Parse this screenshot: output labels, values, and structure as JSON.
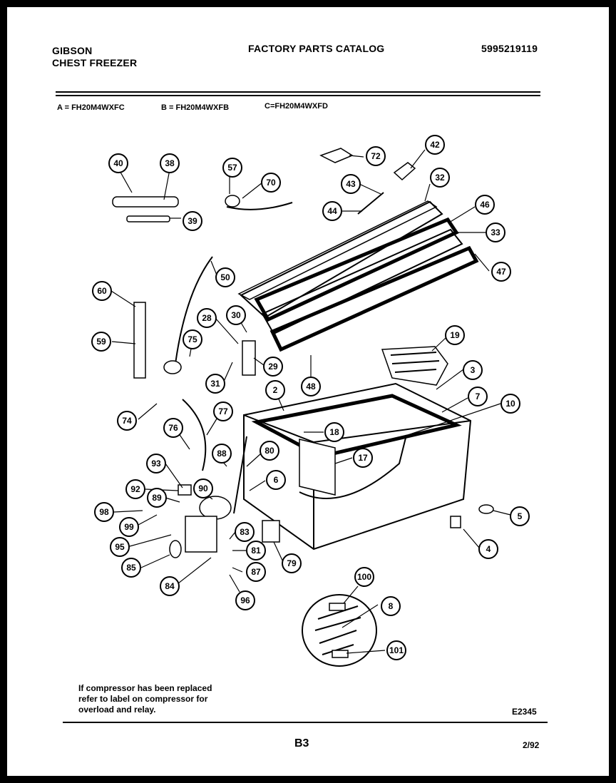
{
  "header": {
    "brand": "GIBSON",
    "product": "CHEST FREEZER",
    "title": "FACTORY PARTS CATALOG",
    "catalog_number": "5995219119"
  },
  "models": [
    "A = FH20M4WXFC",
    "B = FH20M4WXFB",
    "C=FH20M4WXFD"
  ],
  "callouts": [
    {
      "label": "40"
    },
    {
      "label": "38"
    },
    {
      "label": "39"
    },
    {
      "label": "57"
    },
    {
      "label": "70"
    },
    {
      "label": "72"
    },
    {
      "label": "42"
    },
    {
      "label": "43"
    },
    {
      "label": "32"
    },
    {
      "label": "44"
    },
    {
      "label": "46"
    },
    {
      "label": "33"
    },
    {
      "label": "47"
    },
    {
      "label": "50"
    },
    {
      "label": "60"
    },
    {
      "label": "28"
    },
    {
      "label": "30"
    },
    {
      "label": "75"
    },
    {
      "label": "59"
    },
    {
      "label": "29"
    },
    {
      "label": "31"
    },
    {
      "label": "48"
    },
    {
      "label": "19"
    },
    {
      "label": "3"
    },
    {
      "label": "2"
    },
    {
      "label": "7"
    },
    {
      "label": "10"
    },
    {
      "label": "74"
    },
    {
      "label": "77"
    },
    {
      "label": "18"
    },
    {
      "label": "76"
    },
    {
      "label": "17"
    },
    {
      "label": "88"
    },
    {
      "label": "80"
    },
    {
      "label": "93"
    },
    {
      "label": "6"
    },
    {
      "label": "92"
    },
    {
      "label": "90"
    },
    {
      "label": "89"
    },
    {
      "label": "98"
    },
    {
      "label": "5"
    },
    {
      "label": "99"
    },
    {
      "label": "83"
    },
    {
      "label": "95"
    },
    {
      "label": "81"
    },
    {
      "label": "4"
    },
    {
      "label": "85"
    },
    {
      "label": "79"
    },
    {
      "label": "87"
    },
    {
      "label": "84"
    },
    {
      "label": "96"
    },
    {
      "label": "100"
    },
    {
      "label": "8"
    },
    {
      "label": "101"
    }
  ],
  "footer": {
    "note_lines": [
      "If compressor has been replaced",
      "refer to label on compressor for",
      "overload and relay."
    ],
    "drawing_code": "E2345",
    "page": "B3",
    "date": "2/92"
  }
}
